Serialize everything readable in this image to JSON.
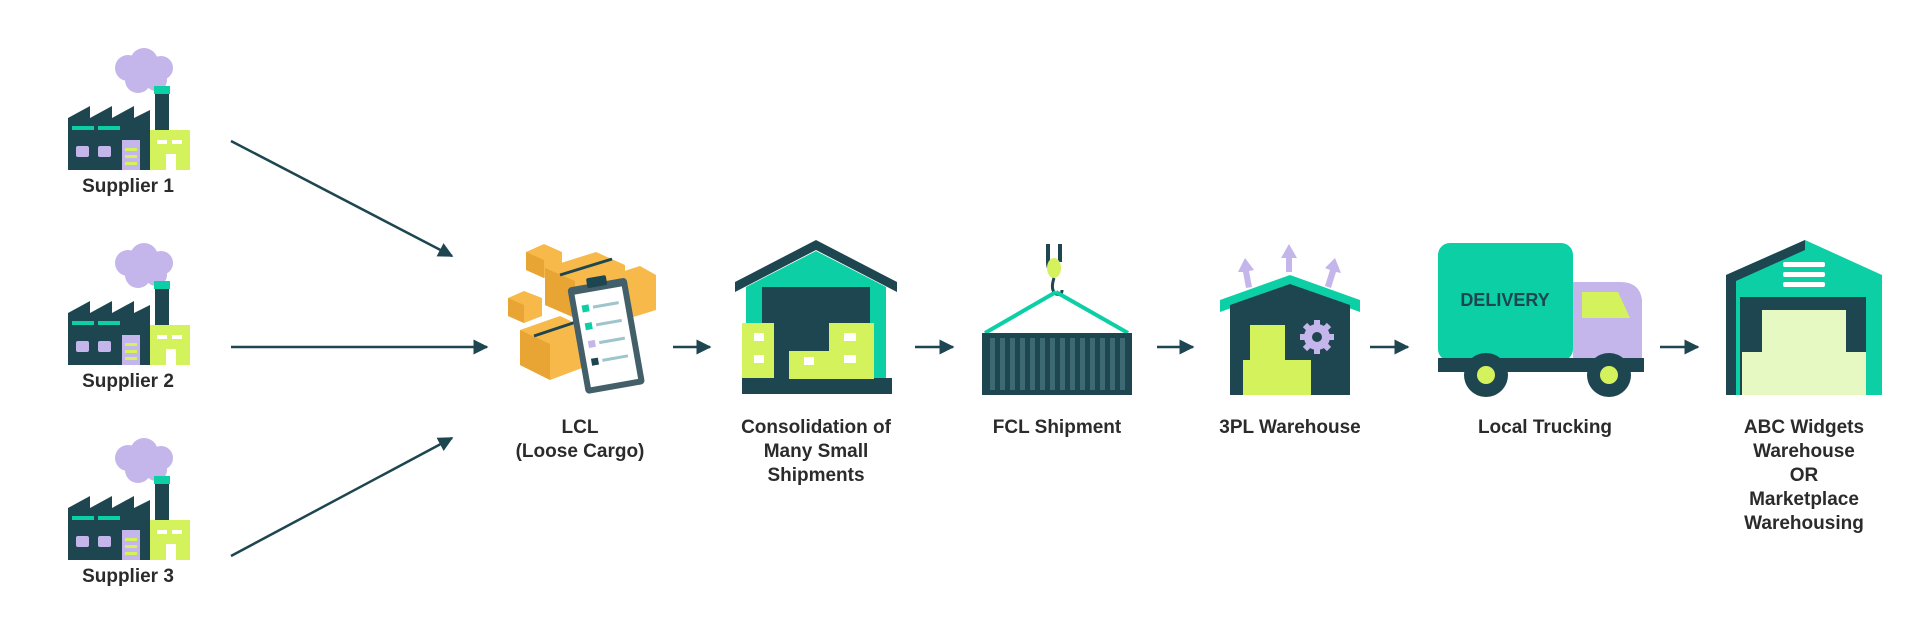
{
  "colors": {
    "dark": "#1e4650",
    "teal": "#0ccfa6",
    "lime": "#d4f25c",
    "purple": "#c4b6ea",
    "orange": "#f6b94a",
    "white": "#ffffff"
  },
  "suppliers": [
    {
      "label": "Supplier 1"
    },
    {
      "label": "Supplier 2"
    },
    {
      "label": "Supplier 3"
    }
  ],
  "steps": [
    {
      "label": "LCL\n(Loose Cargo)",
      "icon": "boxes-clipboard-icon"
    },
    {
      "label": "Consolidation of\nMany Small\nShipments",
      "icon": "warehouse-icon"
    },
    {
      "label": "FCL Shipment",
      "icon": "shipping-container-icon"
    },
    {
      "label": "3PL Warehouse",
      "icon": "3pl-warehouse-icon"
    },
    {
      "label": "Local Trucking",
      "icon": "delivery-truck-icon"
    },
    {
      "label": "ABC Widgets\nWarehouse\nOR\nMarketplace\nWarehousing",
      "icon": "destination-warehouse-icon"
    }
  ],
  "truck": {
    "text": "DELIVERY"
  }
}
